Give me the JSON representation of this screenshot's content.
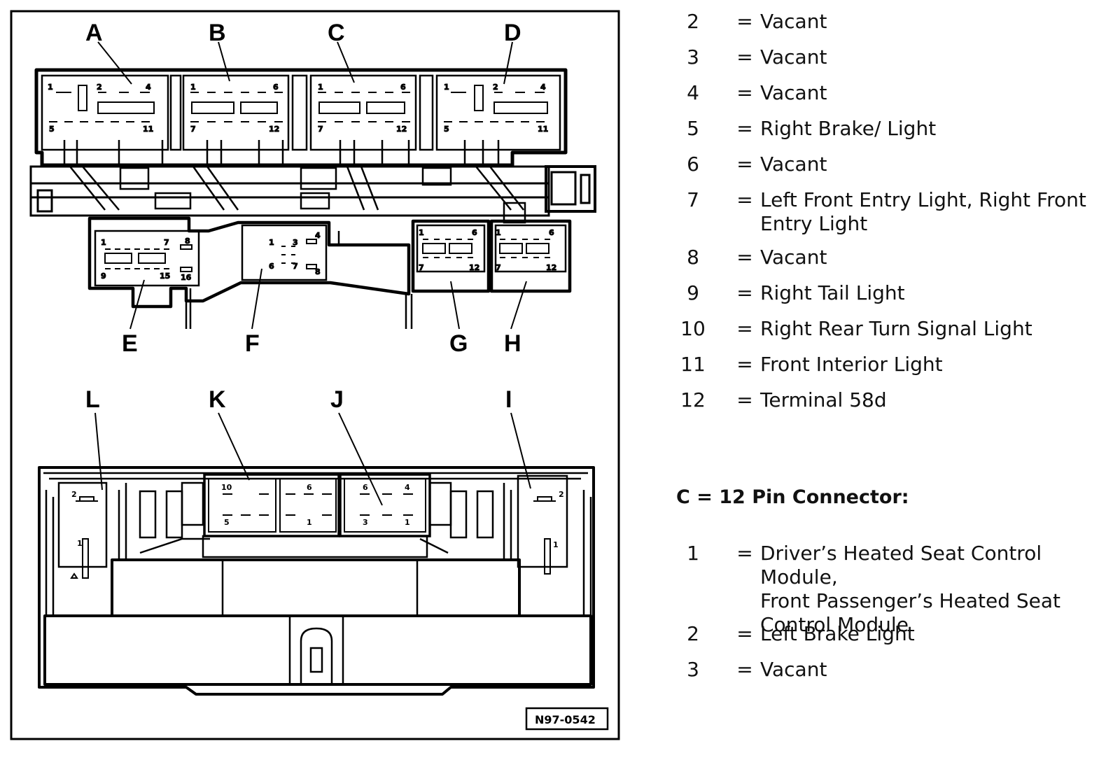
{
  "diagram": {
    "connectors_top": [
      "A",
      "B",
      "C",
      "D"
    ],
    "connectors_mid": [
      "E",
      "F",
      "G",
      "H"
    ],
    "connectors_lower": [
      "L",
      "K",
      "J",
      "I"
    ],
    "pins": {
      "a": [
        "1",
        "2",
        "4",
        "5",
        "11"
      ],
      "b": [
        "1",
        "6",
        "7",
        "12"
      ],
      "c": [
        "1",
        "6",
        "7",
        "12"
      ],
      "d": [
        "1",
        "2",
        "4",
        "5",
        "11"
      ],
      "e": [
        "1",
        "7",
        "8",
        "9",
        "15",
        "16"
      ],
      "f": [
        "1",
        "3",
        "4",
        "6",
        "7",
        "8"
      ],
      "g": [
        "1",
        "6",
        "7",
        "12"
      ],
      "h": [
        "1",
        "6",
        "7",
        "12"
      ],
      "k": [
        "10",
        "5",
        "6",
        "1"
      ],
      "j": [
        "6",
        "4",
        "3",
        "1"
      ],
      "l": [
        "2",
        "1"
      ],
      "i": [
        "2",
        "1"
      ]
    },
    "ref_code": "N97-0542"
  },
  "legend": {
    "pins_continued": [
      {
        "num": "2",
        "eq": "=",
        "desc": "Vacant"
      },
      {
        "num": "3",
        "eq": "=",
        "desc": "Vacant"
      },
      {
        "num": "4",
        "eq": "=",
        "desc": "Vacant"
      },
      {
        "num": "5",
        "eq": "=",
        "desc": "Right Brake/ Light"
      },
      {
        "num": "6",
        "eq": "=",
        "desc": "Vacant"
      },
      {
        "num": "7",
        "eq": "=",
        "desc": "Left Front Entry Light, Right Front\nEntry Light"
      },
      {
        "num": "8",
        "eq": "=",
        "desc": "Vacant"
      },
      {
        "num": "9",
        "eq": "=",
        "desc": "Right Tail Light"
      },
      {
        "num": "10",
        "eq": "=",
        "desc": "Right Rear Turn Signal Light"
      },
      {
        "num": "11",
        "eq": "=",
        "desc": "Front Interior Light"
      },
      {
        "num": "12",
        "eq": "=",
        "desc": "Terminal 58d"
      }
    ],
    "connector_c_heading": "C = 12 Pin Connector:",
    "connector_c_pins": [
      {
        "num": "1",
        "eq": "=",
        "desc": "Driver’s Heated Seat Control Module,\nFront Passenger’s Heated Seat\nControl Module"
      },
      {
        "num": "2",
        "eq": "=",
        "desc": "Left Brake Light"
      },
      {
        "num": "3",
        "eq": "=",
        "desc": "Vacant"
      }
    ]
  }
}
